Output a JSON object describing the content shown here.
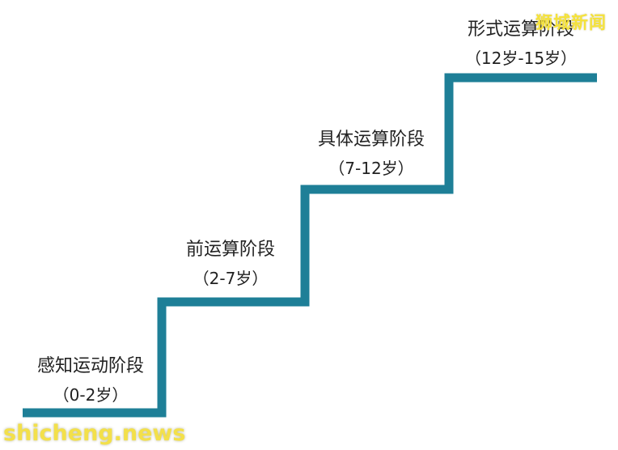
{
  "colors": {
    "stair": "#1e7f97",
    "text": "#222222",
    "watermark": "#f3e04a"
  },
  "stages": [
    {
      "name": "感知运动阶段",
      "age": "（0-2岁）"
    },
    {
      "name": "前运算阶段",
      "age": "（2-7岁）"
    },
    {
      "name": "具体运算阶段",
      "age": "（7-12岁）"
    },
    {
      "name": "形式运算阶段",
      "age": "（12岁-15岁）"
    }
  ],
  "watermarks": {
    "top": "狮城新闻",
    "bottom": "shicheng.news"
  }
}
